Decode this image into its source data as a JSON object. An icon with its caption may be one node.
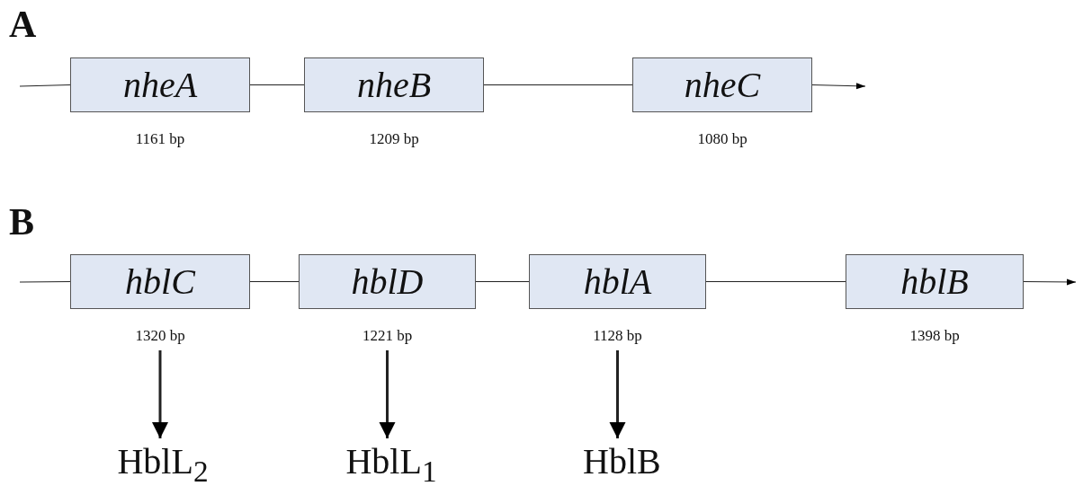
{
  "diagram": {
    "nodes": [
      {
        "text": [
          "nheA"
        ],
        "beside": [
          "1161 bp"
        ]
      },
      {
        "text": [
          "nheB"
        ],
        "beside": [
          "1209 bp"
        ]
      },
      {
        "text": [
          "nheC"
        ],
        "beside": [
          "1080 bp"
        ]
      },
      {
        "text": [
          "hblC"
        ],
        "beside": [
          "1320 bp"
        ]
      },
      {
        "text": [
          "hblD"
        ],
        "beside": [
          "1221 bp"
        ]
      },
      {
        "text": [
          "hblA"
        ],
        "beside": [
          "1128 bp"
        ]
      },
      {
        "text": [
          "hblB"
        ],
        "beside": [
          "1398 bp"
        ]
      },
      {
        "text": [
          "HblL$_{2}$"
        ]
      },
      {
        "text": [
          "HblL$_{1}$"
        ]
      },
      {
        "text": [
          "HblB"
        ]
      }
    ],
    "edges": [
      {
        "from": null,
        "to": 0,
        "arrow": "none"
      },
      {
        "from": 0,
        "to": 1,
        "arrow": "none"
      },
      {
        "from": 1,
        "to": 2,
        "arrow": "none"
      },
      {
        "from": 2,
        "to": null,
        "arrow": "to"
      },
      {
        "from": null,
        "to": 3,
        "arrow": "none"
      },
      {
        "from": 3,
        "to": 4,
        "arrow": "none"
      },
      {
        "from": 4,
        "to": 5,
        "arrow": "none"
      },
      {
        "from": 5,
        "to": 6,
        "arrow": "none"
      },
      {
        "from": 6,
        "to": null,
        "arrow": "to"
      },
      {
        "from": 3,
        "to": 7,
        "arrow": "to",
        "style": "thick"
      },
      {
        "from": 4,
        "to": 8,
        "arrow": "to",
        "style": "thick"
      },
      {
        "from": 5,
        "to": 9,
        "arrow": "to",
        "style": "thick"
      }
    ],
    "labels": [
      "A",
      "B"
    ]
  }
}
